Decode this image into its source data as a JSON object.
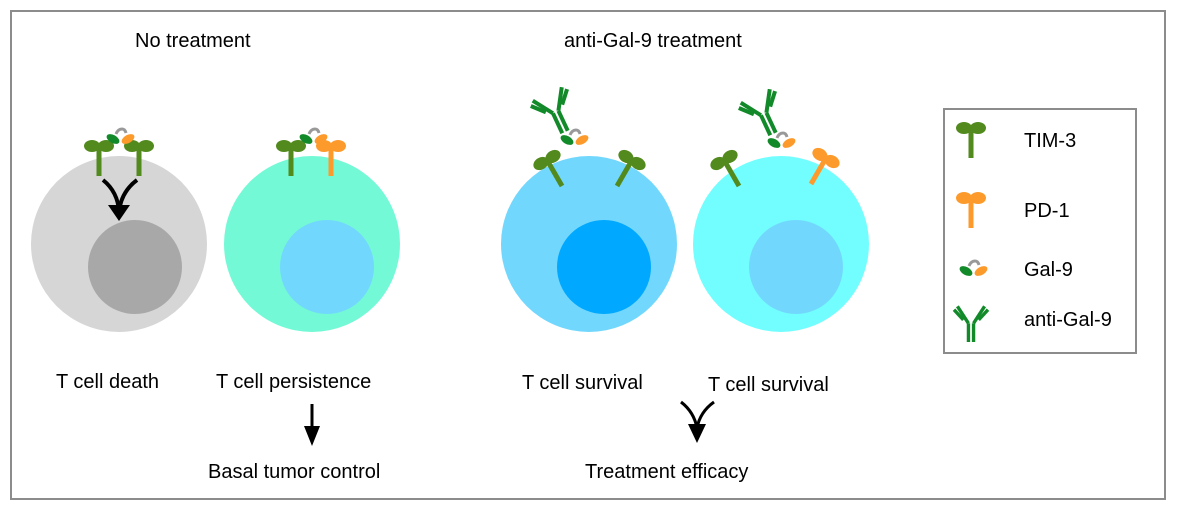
{
  "panels": {
    "no_treatment": {
      "title": "No treatment"
    },
    "anti_gal9": {
      "title": "anti-Gal-9 treatment"
    }
  },
  "cells": [
    {
      "label": "T cell death",
      "receptors": [
        "TIM-3",
        "TIM-3"
      ],
      "ligand": "Gal-9 bound",
      "fill": "#d6d6d6",
      "nucleus": "#a8a8a8"
    },
    {
      "label": "T cell persistence",
      "receptors": [
        "TIM-3",
        "PD-1"
      ],
      "ligand": "Gal-9 bound",
      "fill": "#74f9d6",
      "nucleus": "#72d7fd"
    },
    {
      "label": "T cell survival",
      "receptors": [
        "TIM-3",
        "TIM-3"
      ],
      "ligand": "Gal-9 neutralized by anti-Gal-9",
      "fill": "#72d7fd",
      "nucleus": "#00a8ff"
    },
    {
      "label": "T cell survival",
      "receptors": [
        "TIM-3",
        "PD-1"
      ],
      "ligand": "Gal-9 neutralized by anti-Gal-9",
      "fill": "#72fefe",
      "nucleus": "#72d7fd"
    }
  ],
  "outcomes": {
    "basal": "Basal tumor control",
    "efficacy": "Treatment efficacy"
  },
  "legend": {
    "items": [
      {
        "label": "TIM-3",
        "icon": "tim3-receptor-icon",
        "color": "#528a1e"
      },
      {
        "label": "PD-1",
        "icon": "pd1-receptor-icon",
        "color": "#fd9a2c"
      },
      {
        "label": "Gal-9",
        "icon": "gal9-icon",
        "color": "#138a2a"
      },
      {
        "label": "anti-Gal-9",
        "icon": "antibody-icon",
        "color": "#138a2a"
      }
    ]
  },
  "colors": {
    "tim3": "#528a1e",
    "pd1": "#fd9a2c",
    "gal9_left": "#138a2a",
    "gal9_linker": "#999999",
    "antibody": "#138a2a",
    "arrow": "#000000",
    "border": "#8c8c8c"
  }
}
